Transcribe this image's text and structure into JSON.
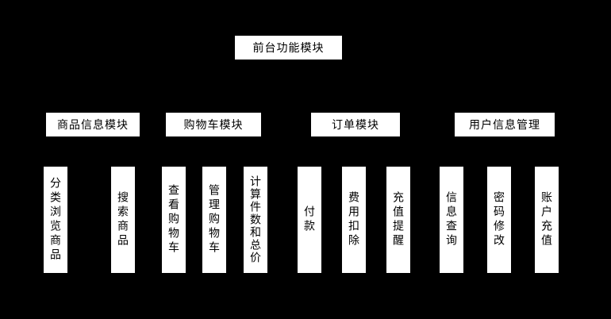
{
  "diagram": {
    "root": {
      "label": "前台功能模块"
    },
    "branches": [
      {
        "label": "商品信息模块",
        "children": [
          {
            "label": "分类浏览商品"
          },
          {
            "label": "搜索商品"
          }
        ]
      },
      {
        "label": "购物车模块",
        "children": [
          {
            "label": "查看购物车"
          },
          {
            "label": "管理购物车"
          },
          {
            "label": "计算件数和总价"
          }
        ]
      },
      {
        "label": "订单模块",
        "children": [
          {
            "label": "付款"
          },
          {
            "label": "费用扣除"
          },
          {
            "label": "充值提醒"
          }
        ]
      },
      {
        "label": "用户信息管理",
        "children": [
          {
            "label": "信息查询"
          },
          {
            "label": "密码修改"
          },
          {
            "label": "账户充值"
          }
        ]
      }
    ],
    "colors": {
      "background": "#000000",
      "box_fill": "#ffffff",
      "box_border": "#000000",
      "text": "#000000",
      "connector": "#000000"
    }
  }
}
